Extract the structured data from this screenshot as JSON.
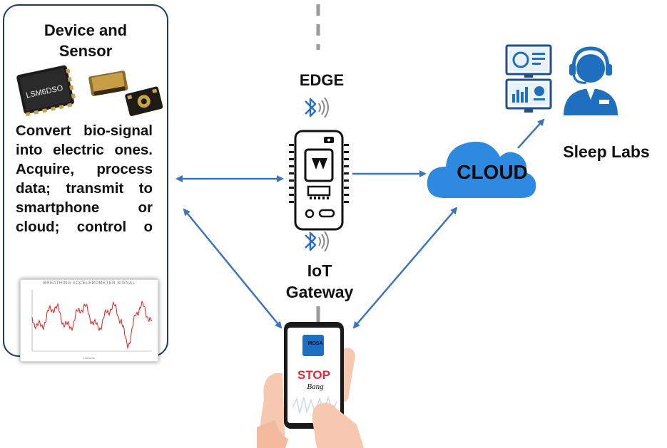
{
  "device_panel": {
    "title": "Device and Sensor",
    "description": "Convert bio-signal into electric ones. Acquire, process data; transmit to smartphone or cloud; control o",
    "chip_marking": "LSM6DSO",
    "signal_plot": {
      "title": "BREATHING ACCELEROMETER SIGNAL",
      "xlabel": "Datasets"
    }
  },
  "edge": {
    "label": "EDGE"
  },
  "gateway": {
    "label_line1": "IoT",
    "label_line2": "Gateway"
  },
  "cloud": {
    "label": "CLOUD"
  },
  "sleep_labs": {
    "label": "Sleep Labs"
  },
  "phone": {
    "app_name": "MOSA",
    "logo_line1": "STOP",
    "logo_line2": "Bang"
  },
  "colors": {
    "arrow": "#3e74b8",
    "cloud": "#2d8ae0",
    "panel_border": "#1d3b5a",
    "bluetooth": "#2a6fc0",
    "signal": "#e02020",
    "agent": "#1f6fc0"
  },
  "icons": [
    "bluetooth-icon",
    "cloud-icon",
    "monitor-icon",
    "support-agent-icon",
    "smartphone-icon",
    "hand-icon",
    "sensor-chip-icon"
  ]
}
